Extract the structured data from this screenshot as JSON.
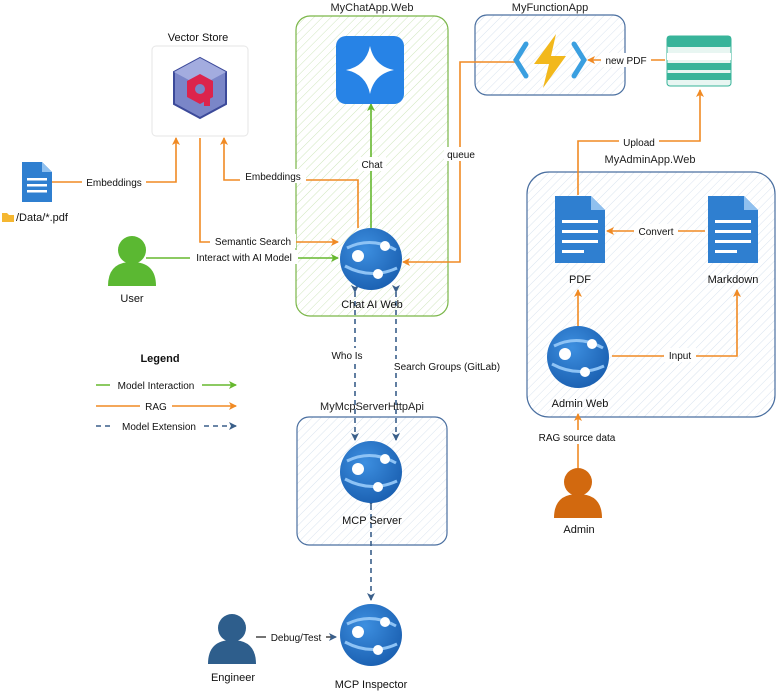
{
  "groups": {
    "chat_app": "MyChatApp.Web",
    "function_app": "MyFunctionApp",
    "admin_app": "MyAdminApp.Web",
    "mcp_server_app": "MyMcpServerHttpApi"
  },
  "nodes": {
    "vector_store": "Vector Store",
    "pdf_folder": "/Data/*.pdf",
    "user": "User",
    "chat_ai_web": "Chat AI Web",
    "pdf": "PDF",
    "markdown": "Markdown",
    "admin_web": "Admin Web",
    "admin": "Admin",
    "mcp_server": "MCP Server",
    "engineer": "Engineer",
    "mcp_inspector": "MCP Inspector"
  },
  "edges": {
    "embeddings_left": "Embeddings",
    "embeddings_chat": "Embeddings",
    "chat": "Chat",
    "semantic_search": "Semantic Search",
    "interact": "Interact with AI Model",
    "queue": "queue",
    "new_pdf": "new PDF",
    "upload": "Upload",
    "convert": "Convert",
    "input": "Input",
    "rag_source": "RAG source data",
    "who_is": "Who Is",
    "search_groups": "Search Groups (GitLab)",
    "debug_test": "Debug/Test"
  },
  "legend": {
    "title": "Legend",
    "model_interaction": "Model Interaction",
    "rag": "RAG",
    "model_extension": "Model Extension"
  },
  "colors": {
    "green": "#66b82e",
    "orange": "#f08a24",
    "blue_dash": "#3a5f8a",
    "azure": "#1f6fc5",
    "person_blue": "#2e5e8c",
    "person_green": "#5bb832",
    "person_orange": "#d2690f"
  }
}
